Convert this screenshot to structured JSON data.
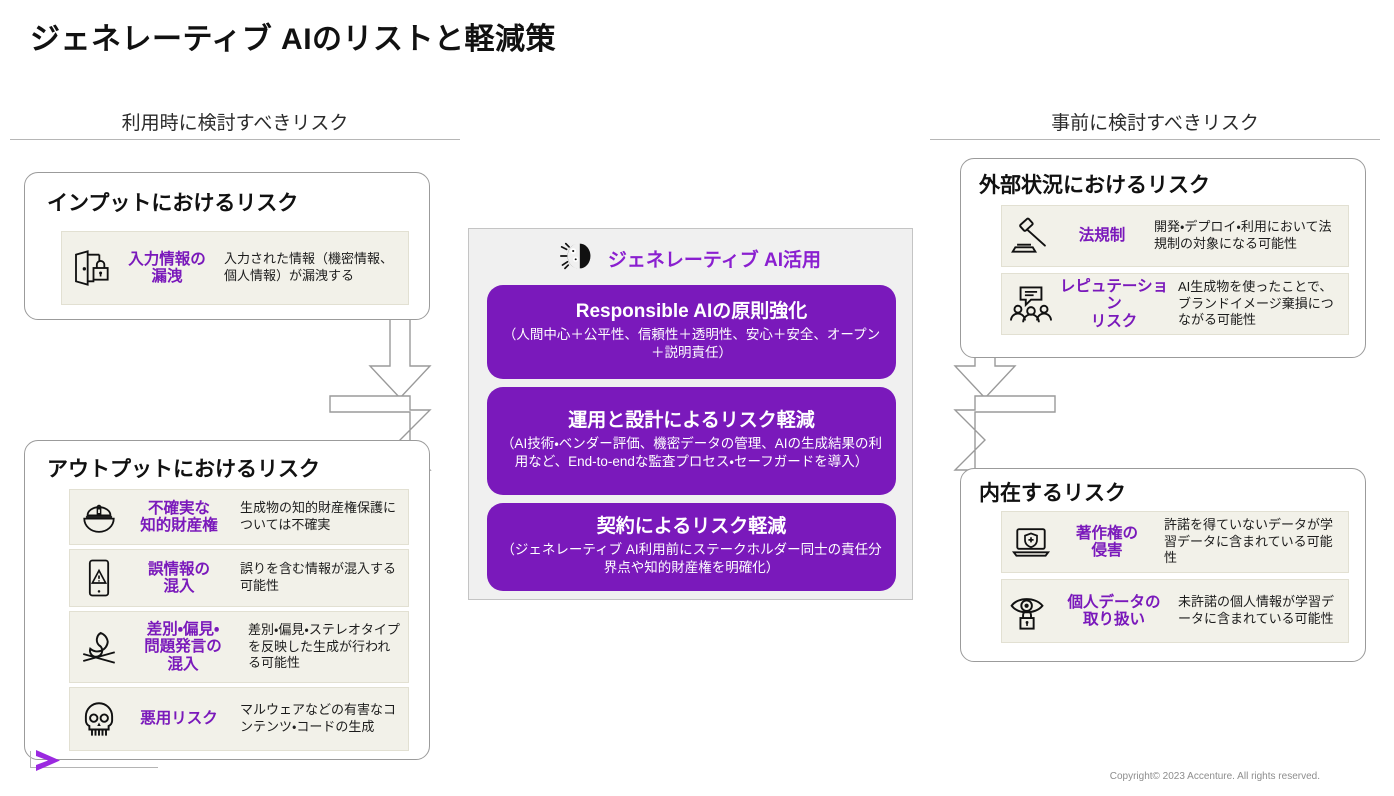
{
  "page_title": "ジェネレーティブ AIのリストと軽減策",
  "colors": {
    "accent_purple": "#7a19bb",
    "title_purple": "#8a1fd0",
    "row_bg": "#f2f1e9",
    "panel_bg": "#f0f0f0",
    "border_gray": "#9b9b9b"
  },
  "columns": {
    "left_header": "利用時に検討すべきリスク",
    "right_header": "事前に検討すべきリスク"
  },
  "cards": [
    {
      "id": "input-risks",
      "title": "インプットにおけるリスク",
      "rows": [
        {
          "icon": "door-lock-icon",
          "term": "入力情報の\n漏洩",
          "desc": "入力された情報（機密情報、個人情報）が漏洩する"
        }
      ]
    },
    {
      "id": "output-risks",
      "title": "アウトプットにおけるリスク",
      "rows": [
        {
          "icon": "police-cap-icon",
          "term": "不確実な\n知的財産権",
          "desc": "生成物の知的財産権保護については不確実"
        },
        {
          "icon": "phone-alert-icon",
          "term": "誤情報の\n混入",
          "desc": "誤りを含む情報が混入する可能性"
        },
        {
          "icon": "campfire-icon",
          "term": "差別・偏見・\n問題発言の\n混入",
          "desc": "差別・偏見・ステレオタイプを反映した生成が行われる可能性"
        },
        {
          "icon": "skull-icon",
          "term": "悪用リスク",
          "desc": "マルウェアなどの有害なコンテンツ・コードの生成"
        }
      ]
    },
    {
      "id": "external-risks",
      "title": "外部状況におけるリスク",
      "rows": [
        {
          "icon": "gavel-icon",
          "term": "法規制",
          "desc": "開発・デプロイ・利用において法規制の対象になる可能性"
        },
        {
          "icon": "reputation-people-icon",
          "term": "レピュテーション\nリスク",
          "desc": "AI生成物を使ったことで、ブランドイメージ棄損につながる可能性"
        }
      ]
    },
    {
      "id": "inherent-risks",
      "title": "内在するリスク",
      "rows": [
        {
          "icon": "laptop-shield-icon",
          "term": "著作権の\n侵害",
          "desc": "許諾を得ていないデータが学習データに含まれている可能性"
        },
        {
          "icon": "eye-lock-icon",
          "term": "個人データの\n取り扱い",
          "desc": "未許諾の個人情報が学習データに含まれている可能性"
        }
      ]
    }
  ],
  "center": {
    "icon": "brain-gears-icon",
    "title": "ジェネレーティブ AI活用",
    "pills": [
      {
        "title": "Responsible AIの原則強化",
        "sub": "（人間中心＋公平性、信頼性＋透明性、安心＋安全、オープン＋説明責任）"
      },
      {
        "title": "運用と設計によるリスク軽減",
        "sub": "（AI技術・ベンダー評価、機密データの管理、AIの生成結果の利用など、End-to-endな監査プロセス・セーフガードを導入）"
      },
      {
        "title": "契約によるリスク軽減",
        "sub": "（ジェネレーティブ AI利用前にステークホルダー同士の責任分界点や知的財産権を明確化）"
      }
    ]
  },
  "footer": {
    "copyright": "Copyright© 2023 Accenture. All rights reserved.",
    "logo": "accenture-chevron-icon"
  }
}
